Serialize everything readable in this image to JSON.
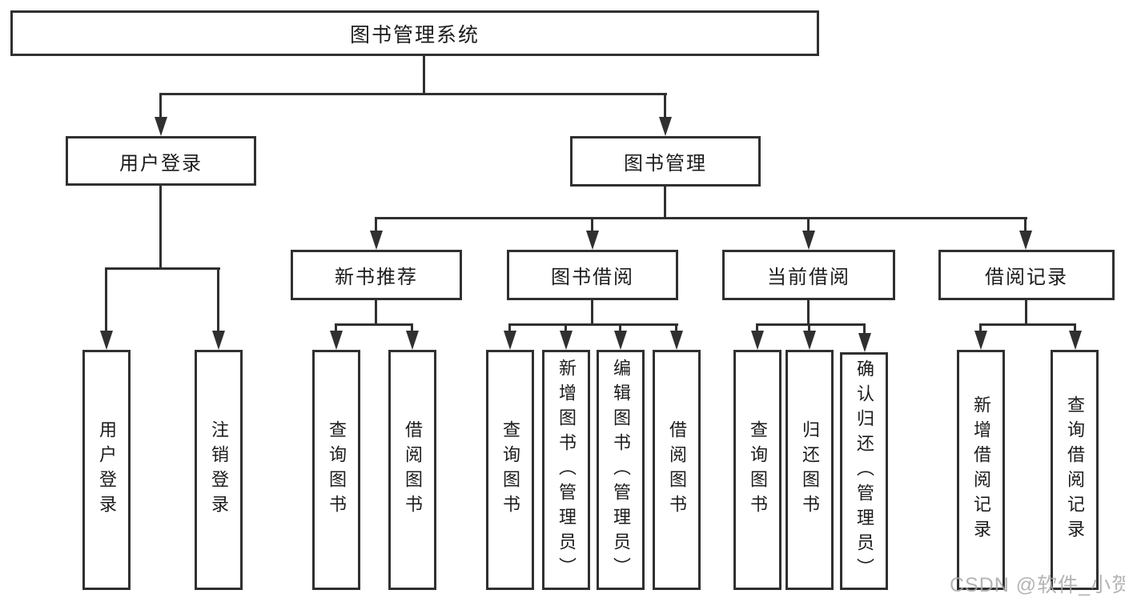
{
  "diagram": {
    "root": {
      "label": "图书管理系统"
    },
    "level1": [
      {
        "label": "用户登录"
      },
      {
        "label": "图书管理"
      }
    ],
    "level2": [
      {
        "label": "新书推荐"
      },
      {
        "label": "图书借阅"
      },
      {
        "label": "当前借阅"
      },
      {
        "label": "借阅记录"
      }
    ],
    "leaves": [
      {
        "label": "用户登录"
      },
      {
        "label": "注销登录"
      },
      {
        "label": "查询图书"
      },
      {
        "label": "借阅图书"
      },
      {
        "label": "查询图书"
      },
      {
        "label": "新增图书（管理员）"
      },
      {
        "label": "编辑图书（管理员）"
      },
      {
        "label": "借阅图书"
      },
      {
        "label": "查询图书"
      },
      {
        "label": "归还图书"
      },
      {
        "label": "确认归还（管理员）"
      },
      {
        "label": "新增借阅记录"
      },
      {
        "label": "查询借阅记录"
      }
    ],
    "colors": {
      "line": "#303030",
      "text": "#1c1c1c",
      "background": "#ffffff",
      "watermark": "#a8a8a8"
    }
  },
  "watermark": {
    "text": "CSDN @软件_小贺同学"
  }
}
